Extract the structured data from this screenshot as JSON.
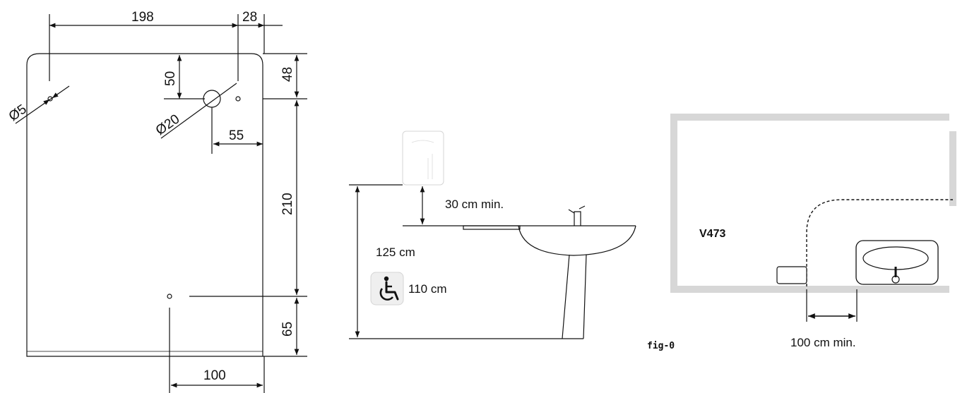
{
  "panel1": {
    "dim_198": "198",
    "dim_28": "28",
    "dim_50": "50",
    "dim_48": "48",
    "dim_o5": "Ø5",
    "dim_o20": "Ø20",
    "dim_55": "55",
    "dim_210": "210",
    "dim_65": "65",
    "dim_100": "100"
  },
  "panel2": {
    "min_gap": "30 cm min.",
    "height_standard": "125 cm",
    "height_accessible": "110 cm",
    "accessibility_icon": "wheelchair-icon"
  },
  "panel3": {
    "model": "V473",
    "figure_label": "fig-0",
    "min_distance": "100 cm min."
  }
}
